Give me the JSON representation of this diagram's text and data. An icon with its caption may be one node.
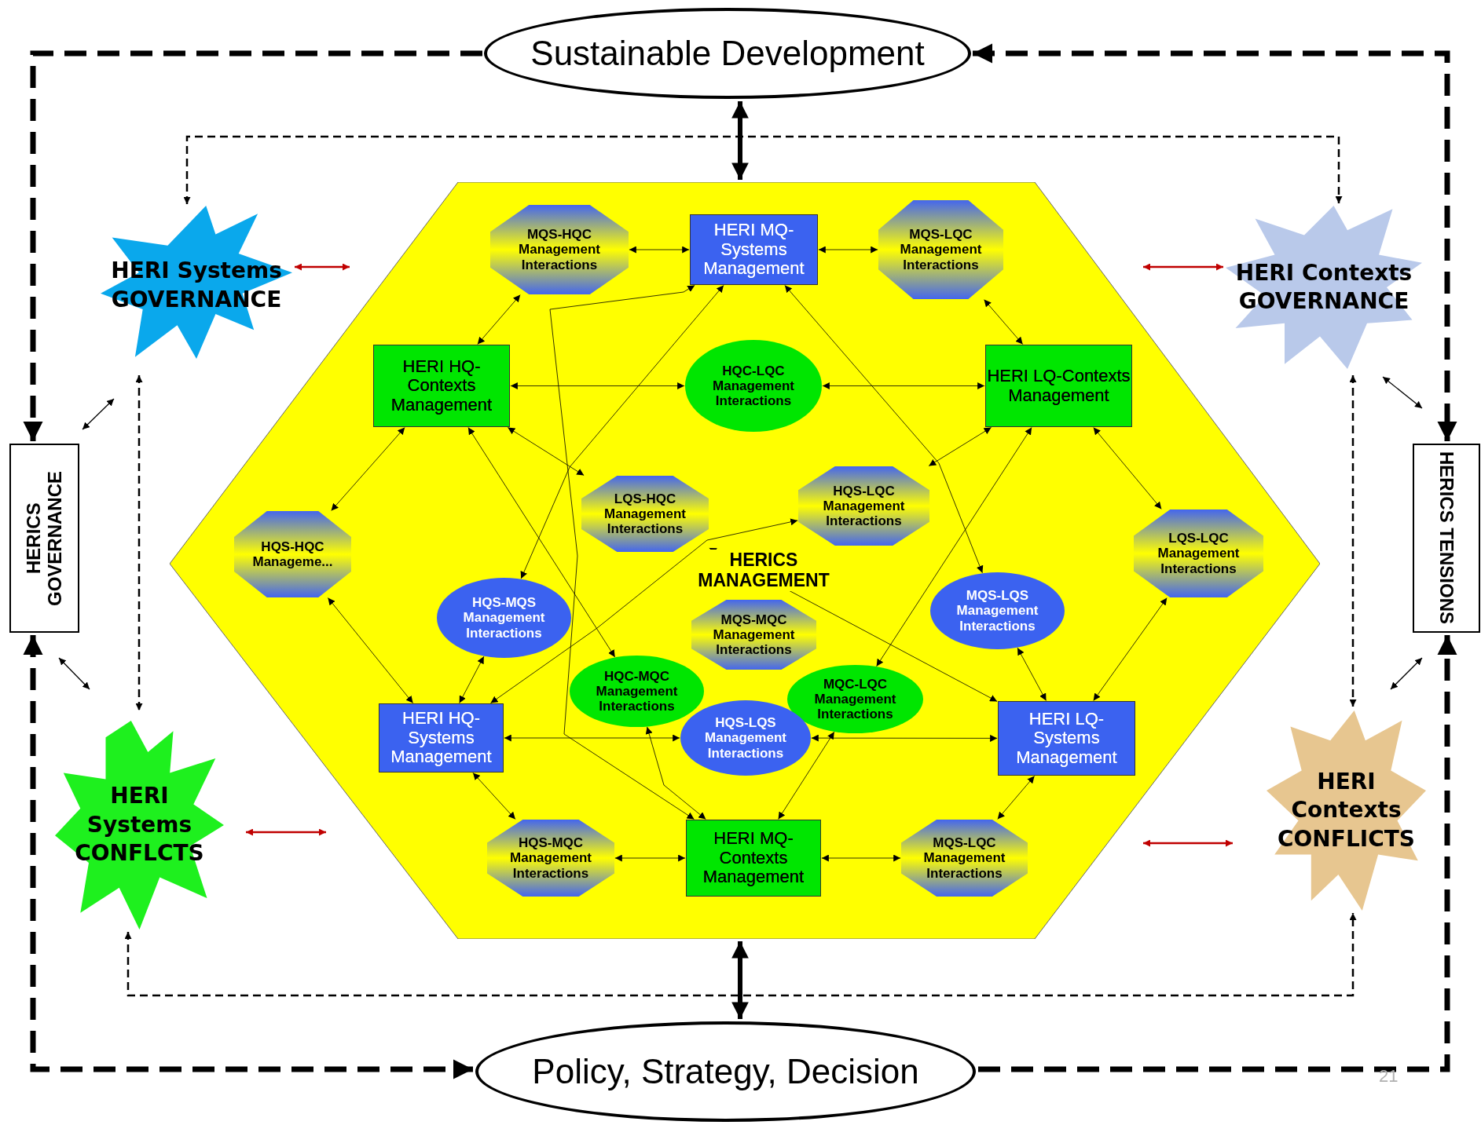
{
  "diagram": {
    "nodes": [
      {
        "text": [
          "Sustainable Development"
        ]
      },
      {
        "text": [
          "Policy, Strategy, Decision"
        ]
      },
      {
        "text": [
          "HERICS GOVERNANCE"
        ]
      },
      {
        "text": [
          "HERICS TENSIONS"
        ]
      },
      {
        "text": [
          "HERI Systems GOVERNANCE"
        ]
      },
      {
        "text": [
          "HERI Contexts GOVERNANCE"
        ]
      },
      {
        "text": [
          "HERI Systems CONFLCTS"
        ]
      },
      {
        "text": [
          "HERI Contexts CONFLICTS"
        ]
      },
      {
        "text": [
          "HERICS MANAGEMENT"
        ]
      },
      {
        "text": [
          "HERI MQ-Systems Management"
        ],
        "in": 8
      },
      {
        "text": [
          "MQS-HQC Management Interactions"
        ],
        "in": 8
      },
      {
        "text": [
          "MQS-LQC Management Interactions"
        ],
        "in": 8
      },
      {
        "text": [
          "HERI HQ-Contexts Management"
        ],
        "in": 8
      },
      {
        "text": [
          "HQC-LQC Management Interactions"
        ],
        "in": 8
      },
      {
        "text": [
          "HERI LQ-Contexts Management"
        ],
        "in": 8
      },
      {
        "text": [
          "HQS-HQC Manageme..."
        ],
        "in": 8
      },
      {
        "text": [
          "LQS-HQC Management Interactions"
        ],
        "in": 8
      },
      {
        "text": [
          "HQS-LQC Management Interactions"
        ],
        "in": 8
      },
      {
        "text": [
          "LQS-LQC Management Interactions"
        ],
        "in": 8
      },
      {
        "text": [
          "HQS-MQS Management Interactions"
        ],
        "in": 8
      },
      {
        "text": [
          "MQS-LQS Management Interactions"
        ],
        "in": 8
      },
      {
        "text": [
          "MQS-MQC Management Interactions"
        ],
        "in": 8
      },
      {
        "text": [
          "HQC-MQC Management Interactions"
        ],
        "in": 8
      },
      {
        "text": [
          "MQC-LQC Management Interactions"
        ],
        "in": 8
      },
      {
        "text": [
          "HQS-LQS Management Interactions"
        ],
        "in": 8
      },
      {
        "text": [
          "HERI HQ-Systems Management"
        ],
        "in": 8
      },
      {
        "text": [
          "HERI LQ-Systems Management"
        ],
        "in": 8
      },
      {
        "text": [
          "HQS-MQC Management Interactions"
        ],
        "in": 8
      },
      {
        "text": [
          "HERI MQ-Contexts Management"
        ],
        "in": 8
      },
      {
        "text": [
          "MQS-LQC Management Interactions"
        ],
        "in": 8
      }
    ],
    "edges": [
      {
        "from": 0,
        "to": 2,
        "arrow": "to",
        "style": "dashed"
      },
      {
        "from": 0,
        "to": 3,
        "arrow": "both",
        "style": "dashed"
      },
      {
        "from": 2,
        "to": 1,
        "arrow": "both",
        "style": "dashed"
      },
      {
        "from": 1,
        "to": 3,
        "arrow": "to",
        "style": "dashed"
      },
      {
        "from": 0,
        "to": 8,
        "arrow": "both",
        "style": "thick"
      },
      {
        "from": 8,
        "to": 1,
        "arrow": "both",
        "style": "thick"
      },
      {
        "from": 4,
        "to": 5,
        "arrow": "both",
        "style": "dashed"
      },
      {
        "from": 6,
        "to": 7,
        "arrow": "both",
        "style": "dashed"
      },
      {
        "from": 4,
        "to": 6,
        "arrow": "both",
        "style": "dashed"
      },
      {
        "from": 5,
        "to": 7,
        "arrow": "both",
        "style": "dashed"
      },
      {
        "from": 4,
        "to": 8,
        "arrow": "both",
        "color": "#c00000"
      },
      {
        "from": 8,
        "to": 5,
        "arrow": "both",
        "color": "#c00000"
      },
      {
        "from": 6,
        "to": 8,
        "arrow": "both",
        "color": "#c00000"
      },
      {
        "from": 8,
        "to": 7,
        "arrow": "both",
        "color": "#c00000"
      },
      {
        "from": 2,
        "to": 4,
        "arrow": "both"
      },
      {
        "from": 2,
        "to": 6,
        "arrow": "both"
      },
      {
        "from": 5,
        "to": 3,
        "arrow": "both"
      },
      {
        "from": 7,
        "to": 3,
        "arrow": "both"
      },
      {
        "from": 10,
        "to": 9,
        "arrow": "both"
      },
      {
        "from": 9,
        "to": 11,
        "arrow": "both"
      },
      {
        "from": 10,
        "to": 12,
        "arrow": "both"
      },
      {
        "from": 11,
        "to": 14,
        "arrow": "both"
      },
      {
        "from": 12,
        "to": 13,
        "arrow": "both"
      },
      {
        "from": 13,
        "to": 14,
        "arrow": "both"
      },
      {
        "from": 12,
        "to": 15,
        "arrow": "both"
      },
      {
        "from": 12,
        "to": 16,
        "arrow": "both"
      },
      {
        "from": 14,
        "to": 17,
        "arrow": "both"
      },
      {
        "from": 14,
        "to": 18,
        "arrow": "both"
      },
      {
        "from": 9,
        "to": 19,
        "arrow": "both"
      },
      {
        "from": 9,
        "to": 20,
        "arrow": "both"
      },
      {
        "from": 9,
        "to": 28,
        "arrow": "both"
      },
      {
        "from": 12,
        "to": 22,
        "arrow": "both"
      },
      {
        "from": 14,
        "to": 23,
        "arrow": "both"
      },
      {
        "from": 16,
        "to": 26,
        "arrow": "both"
      },
      {
        "from": 17,
        "to": 25,
        "arrow": "both"
      },
      {
        "from": 15,
        "to": 25,
        "arrow": "both"
      },
      {
        "from": 19,
        "to": 25,
        "arrow": "both"
      },
      {
        "from": 20,
        "to": 26,
        "arrow": "both"
      },
      {
        "from": 18,
        "to": 26,
        "arrow": "both"
      },
      {
        "from": 25,
        "to": 24,
        "arrow": "both"
      },
      {
        "from": 24,
        "to": 26,
        "arrow": "both"
      },
      {
        "from": 22,
        "to": 28,
        "arrow": "both"
      },
      {
        "from": 23,
        "to": 28,
        "arrow": "both"
      },
      {
        "from": 25,
        "to": 27,
        "arrow": "both"
      },
      {
        "from": 27,
        "to": 28,
        "arrow": "both"
      },
      {
        "from": 28,
        "to": 29,
        "arrow": "both"
      },
      {
        "from": 29,
        "to": 26,
        "arrow": "both"
      }
    ],
    "labels": [
      "21"
    ]
  }
}
